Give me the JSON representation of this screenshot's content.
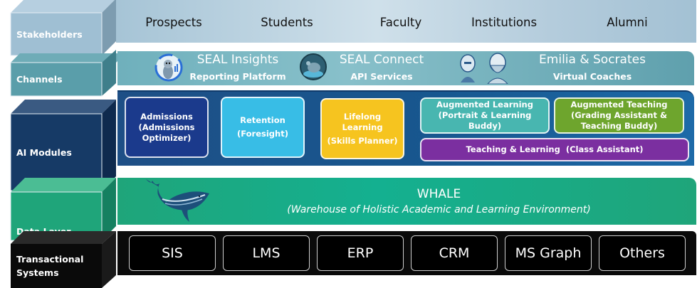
{
  "layers": {
    "stakeholders": {
      "label": "Stakeholders",
      "color": "#9fbfd3",
      "items": [
        "Prospects",
        "Students",
        "Faculty",
        "Institutions",
        "Alumni"
      ]
    },
    "channels": {
      "label": "Channels",
      "color": "#5a9eaa",
      "items": [
        {
          "title": "SEAL Insights",
          "subtitle": "Reporting Platform",
          "icon": "seal-chart-icon"
        },
        {
          "title": "SEAL Connect",
          "subtitle": "API Services",
          "icon": "seal-connect-icon"
        },
        {
          "title": "Emilia & Socrates",
          "subtitle": "Virtual Coaches",
          "icon": "virtual-coaches-icon"
        }
      ]
    },
    "ai_modules": {
      "label": "AI Modules",
      "color": "#163a66",
      "modules": [
        {
          "lines": [
            "Admissions",
            "(Admissions",
            "Optimizer)"
          ],
          "color": "#1b3a8c"
        },
        {
          "lines": [
            "Retention",
            "(Foresight)"
          ],
          "color": "#38bde6"
        },
        {
          "lines": [
            "Lifelong",
            "Learning",
            "(Skills Planner)"
          ],
          "color": "#f6c41f"
        },
        {
          "lines": [
            "Augmented Learning",
            "(Portrait & Learning",
            "Buddy)"
          ],
          "color": "#48b6b0"
        },
        {
          "lines": [
            "Augmented Teaching",
            "(Grading Assistant &",
            "Teaching Buddy)"
          ],
          "color": "#6ea52d"
        },
        {
          "lines": [
            "Teaching & Learning  (Class Assistant)"
          ],
          "color": "#7b2fa0"
        }
      ]
    },
    "data_layer": {
      "label": "Data Layer",
      "color": "#1fa57a",
      "title": "WHALE",
      "subtitle": "(Warehouse of Holistic Academic and Learning Environment)",
      "icon": "whale-icon"
    },
    "transactional": {
      "label_line1": "Transactional",
      "label_line2": "Systems",
      "color": "#0a0a0a",
      "systems": [
        "SIS",
        "LMS",
        "ERP",
        "CRM",
        "MS Graph",
        "Others"
      ]
    }
  }
}
